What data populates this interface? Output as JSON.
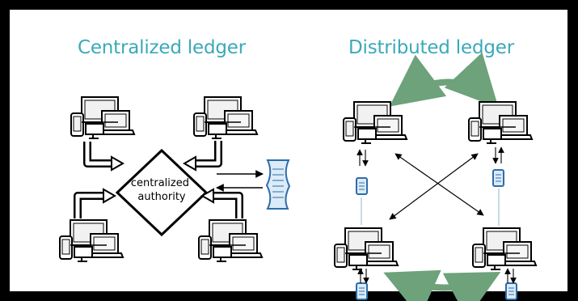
{
  "titles": {
    "centralized": "Centralized ledger",
    "distributed": "Distributed ledger"
  },
  "central_node": {
    "line1": "centralized",
    "line2": "authority"
  },
  "colors": {
    "title": "#3aa9ba",
    "ledger_icon_fill": "#dcebf8",
    "ledger_icon_stroke": "#2d6da9",
    "sync_arrow": "#6da27a"
  },
  "icons": {
    "computer_set": "desktop-laptop-phone-icon",
    "ledger": "ledger-document-icon",
    "sync": "curved-sync-arrow-icon"
  }
}
